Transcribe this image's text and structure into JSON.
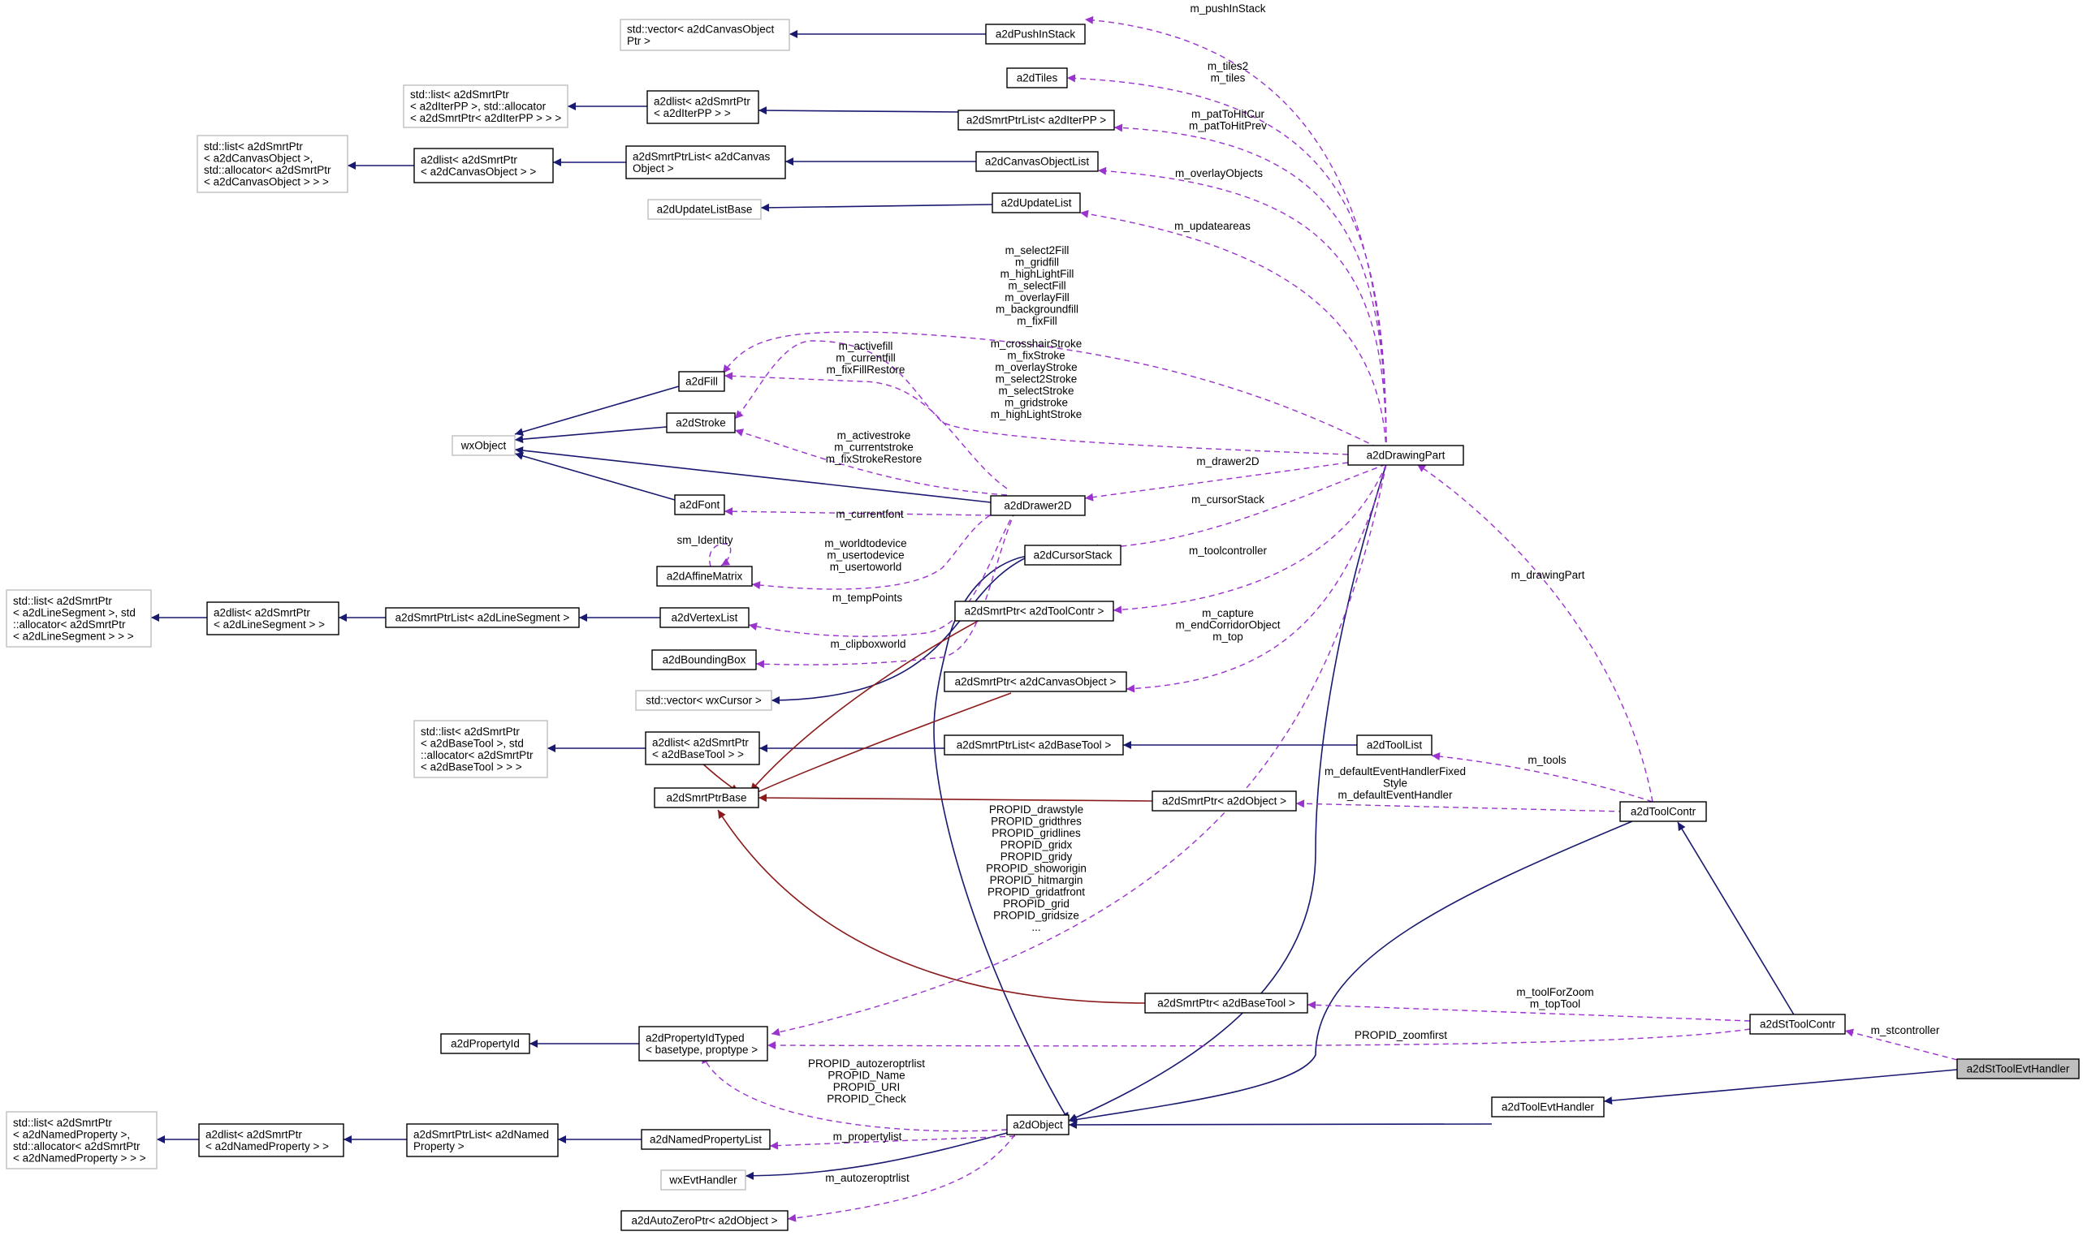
{
  "colors": {
    "inheritance": "#191970",
    "template": "#8b1a1a",
    "usage": "#9a32cd",
    "external_border": "#bfbfbf",
    "focus_fill": "#bfbfbf"
  },
  "nodes": {
    "vector_canvasobjectptr": {
      "lines": [
        "std::vector< a2dCanvasObject",
        "Ptr >"
      ],
      "style": "ext"
    },
    "pushinstack": {
      "lines": [
        "a2dPushInStack"
      ],
      "style": "solid"
    },
    "tiles": {
      "lines": [
        "a2dTiles"
      ],
      "style": "solid"
    },
    "stdlist_iterpp": {
      "lines": [
        "std::list< a2dSmrtPtr",
        "< a2dIterPP >, std::allocator",
        "< a2dSmrtPtr< a2dIterPP > > >"
      ],
      "style": "ext"
    },
    "dlist_iterpp": {
      "lines": [
        "a2dlist< a2dSmrtPtr",
        "< a2dIterPP > >"
      ],
      "style": "solid"
    },
    "smrtptrlist_iterpp": {
      "lines": [
        "a2dSmrtPtrList< a2dIterPP >"
      ],
      "style": "solid"
    },
    "stdlist_canvasobject": {
      "lines": [
        "std::list< a2dSmrtPtr",
        "< a2dCanvasObject >,",
        "std::allocator< a2dSmrtPtr",
        "< a2dCanvasObject > > >"
      ],
      "style": "ext"
    },
    "dlist_canvasobject": {
      "lines": [
        "a2dlist< a2dSmrtPtr",
        "< a2dCanvasObject > >"
      ],
      "style": "solid"
    },
    "smrtptrlist_canvasobject": {
      "lines": [
        "a2dSmrtPtrList< a2dCanvas",
        "Object >"
      ],
      "style": "solid"
    },
    "canvasobjectlist": {
      "lines": [
        "a2dCanvasObjectList"
      ],
      "style": "solid"
    },
    "updatelistbase": {
      "lines": [
        "a2dUpdateListBase"
      ],
      "style": "ext"
    },
    "updatelist": {
      "lines": [
        "a2dUpdateList"
      ],
      "style": "solid"
    },
    "fill": {
      "lines": [
        "a2dFill"
      ],
      "style": "solid"
    },
    "stroke": {
      "lines": [
        "a2dStroke"
      ],
      "style": "solid"
    },
    "wxobject": {
      "lines": [
        "wxObject"
      ],
      "style": "ext"
    },
    "font": {
      "lines": [
        "a2dFont"
      ],
      "style": "solid"
    },
    "drawer2d": {
      "lines": [
        "a2dDrawer2D"
      ],
      "style": "solid"
    },
    "drawingpart": {
      "lines": [
        "a2dDrawingPart"
      ],
      "style": "solid"
    },
    "affinematrix": {
      "lines": [
        "a2dAffineMatrix"
      ],
      "style": "solid"
    },
    "cursorstack": {
      "lines": [
        "a2dCursorStack"
      ],
      "style": "solid"
    },
    "stdlist_linesegment": {
      "lines": [
        "std::list< a2dSmrtPtr",
        "< a2dLineSegment >, std",
        "::allocator< a2dSmrtPtr",
        "< a2dLineSegment > > >"
      ],
      "style": "ext"
    },
    "dlist_linesegment": {
      "lines": [
        "a2dlist< a2dSmrtPtr",
        "< a2dLineSegment > >"
      ],
      "style": "solid"
    },
    "smrtptrlist_linesegment": {
      "lines": [
        "a2dSmrtPtrList< a2dLineSegment >"
      ],
      "style": "solid"
    },
    "vertexlist": {
      "lines": [
        "a2dVertexList"
      ],
      "style": "solid"
    },
    "smrtptr_toolcontr": {
      "lines": [
        "a2dSmrtPtr< a2dToolContr >"
      ],
      "style": "solid"
    },
    "boundingbox": {
      "lines": [
        "a2dBoundingBox"
      ],
      "style": "solid"
    },
    "smrtptr_canvasobject": {
      "lines": [
        "a2dSmrtPtr< a2dCanvasObject >"
      ],
      "style": "solid"
    },
    "vector_wxcursor": {
      "lines": [
        "std::vector< wxCursor >"
      ],
      "style": "ext"
    },
    "stdlist_basetool": {
      "lines": [
        "std::list< a2dSmrtPtr",
        "< a2dBaseTool >, std",
        "::allocator< a2dSmrtPtr",
        "< a2dBaseTool > > >"
      ],
      "style": "ext"
    },
    "dlist_basetool": {
      "lines": [
        "a2dlist< a2dSmrtPtr",
        "< a2dBaseTool > >"
      ],
      "style": "solid"
    },
    "smrtptrlist_basetool": {
      "lines": [
        "a2dSmrtPtrList< a2dBaseTool >"
      ],
      "style": "solid"
    },
    "toollist": {
      "lines": [
        "a2dToolList"
      ],
      "style": "solid"
    },
    "smrtptrbase": {
      "lines": [
        "a2dSmrtPtrBase"
      ],
      "style": "solid"
    },
    "smrtptr_object": {
      "lines": [
        "a2dSmrtPtr< a2dObject >"
      ],
      "style": "solid"
    },
    "toolcontr": {
      "lines": [
        "a2dToolContr"
      ],
      "style": "solid"
    },
    "smrtptr_basetool": {
      "lines": [
        "a2dSmrtPtr< a2dBaseTool >"
      ],
      "style": "solid"
    },
    "sttoolcontr": {
      "lines": [
        "a2dStToolContr"
      ],
      "style": "solid"
    },
    "propertyid": {
      "lines": [
        "a2dPropertyId"
      ],
      "style": "solid"
    },
    "propertyidtyped": {
      "lines": [
        "a2dPropertyIdTyped",
        "< basetype, proptype >"
      ],
      "style": "solid"
    },
    "sttoolevthandler": {
      "lines": [
        "a2dStToolEvtHandler"
      ],
      "style": "root"
    },
    "toolevthandler": {
      "lines": [
        "a2dToolEvtHandler"
      ],
      "style": "solid"
    },
    "stdlist_namedproperty": {
      "lines": [
        "std::list< a2dSmrtPtr",
        "< a2dNamedProperty >,",
        "std::allocator< a2dSmrtPtr",
        "< a2dNamedProperty > > >"
      ],
      "style": "ext"
    },
    "dlist_namedproperty": {
      "lines": [
        "a2dlist< a2dSmrtPtr",
        "< a2dNamedProperty > >"
      ],
      "style": "solid"
    },
    "smrtptrlist_namedproperty": {
      "lines": [
        "a2dSmrtPtrList< a2dNamed",
        "Property >"
      ],
      "style": "solid"
    },
    "namedpropertylist": {
      "lines": [
        "a2dNamedPropertyList"
      ],
      "style": "solid"
    },
    "object": {
      "lines": [
        "a2dObject"
      ],
      "style": "solid"
    },
    "wxevthandler": {
      "lines": [
        "wxEvtHandler"
      ],
      "style": "ext"
    },
    "autozeroptr_object": {
      "lines": [
        "a2dAutoZeroPtr< a2dObject >"
      ],
      "style": "solid"
    }
  },
  "edge_labels": {
    "pushinstack": [
      "m_pushInStack"
    ],
    "tiles": [
      "m_tiles2",
      "m_tiles"
    ],
    "pattohit": [
      "m_patToHitCur",
      "m_patToHitPrev"
    ],
    "overlayobjects": [
      "m_overlayObjects"
    ],
    "updateareas": [
      "m_updateareas"
    ],
    "fills": [
      "m_select2Fill",
      "m_gridfill",
      "m_highLightFill",
      "m_selectFill",
      "m_overlayFill",
      "m_backgroundfill",
      "m_fixFill"
    ],
    "strokes": [
      "m_crosshairStroke",
      "m_fixStroke",
      "m_overlayStroke",
      "m_select2Stroke",
      "m_selectStroke",
      "m_gridstroke",
      "m_highLightStroke"
    ],
    "drawer_fills": [
      "m_activefill",
      "m_currentfill",
      "m_fixFillRestore"
    ],
    "drawer_strokes": [
      "m_activestroke",
      "m_currentstroke",
      "m_fixStrokeRestore"
    ],
    "drawer2d": [
      "m_drawer2D"
    ],
    "currentfont": [
      "m_currentfont"
    ],
    "cursorstack": [
      "m_cursorStack"
    ],
    "sm_identity": [
      "sm_Identity"
    ],
    "matrices": [
      "m_worldtodevice",
      "m_usertodevice",
      "m_usertoworld"
    ],
    "toolcontroller": [
      "m_toolcontroller"
    ],
    "drawingpart": [
      "m_drawingPart"
    ],
    "temppoints": [
      "m_tempPoints"
    ],
    "capture": [
      "m_capture",
      "m_endCorridorObject",
      "m_top"
    ],
    "clipbox": [
      "m_clipboxworld"
    ],
    "tools": [
      "m_tools"
    ],
    "default_evthandler": [
      "m_defaultEventHandlerFixed",
      "Style",
      "m_defaultEventHandler"
    ],
    "propids": [
      "PROPID_drawstyle",
      "PROPID_gridthres",
      "PROPID_gridlines",
      "PROPID_gridx",
      "PROPID_gridy",
      "PROPID_showorigin",
      "PROPID_hitmargin",
      "PROPID_gridatfront",
      "PROPID_grid",
      "PROPID_gridsize",
      "..."
    ],
    "toolforzoom": [
      "m_toolForZoom",
      "m_topTool"
    ],
    "zoomfirst": [
      "PROPID_zoomfirst"
    ],
    "stcontroller": [
      "m_stcontroller"
    ],
    "autozero_props": [
      "PROPID_autozeroptrlist",
      "PROPID_Name",
      "PROPID_URI",
      "PROPID_Check"
    ],
    "propertylist": [
      "m_propertylist"
    ],
    "autozeroptrlist": [
      "m_autozeroptrlist"
    ]
  }
}
